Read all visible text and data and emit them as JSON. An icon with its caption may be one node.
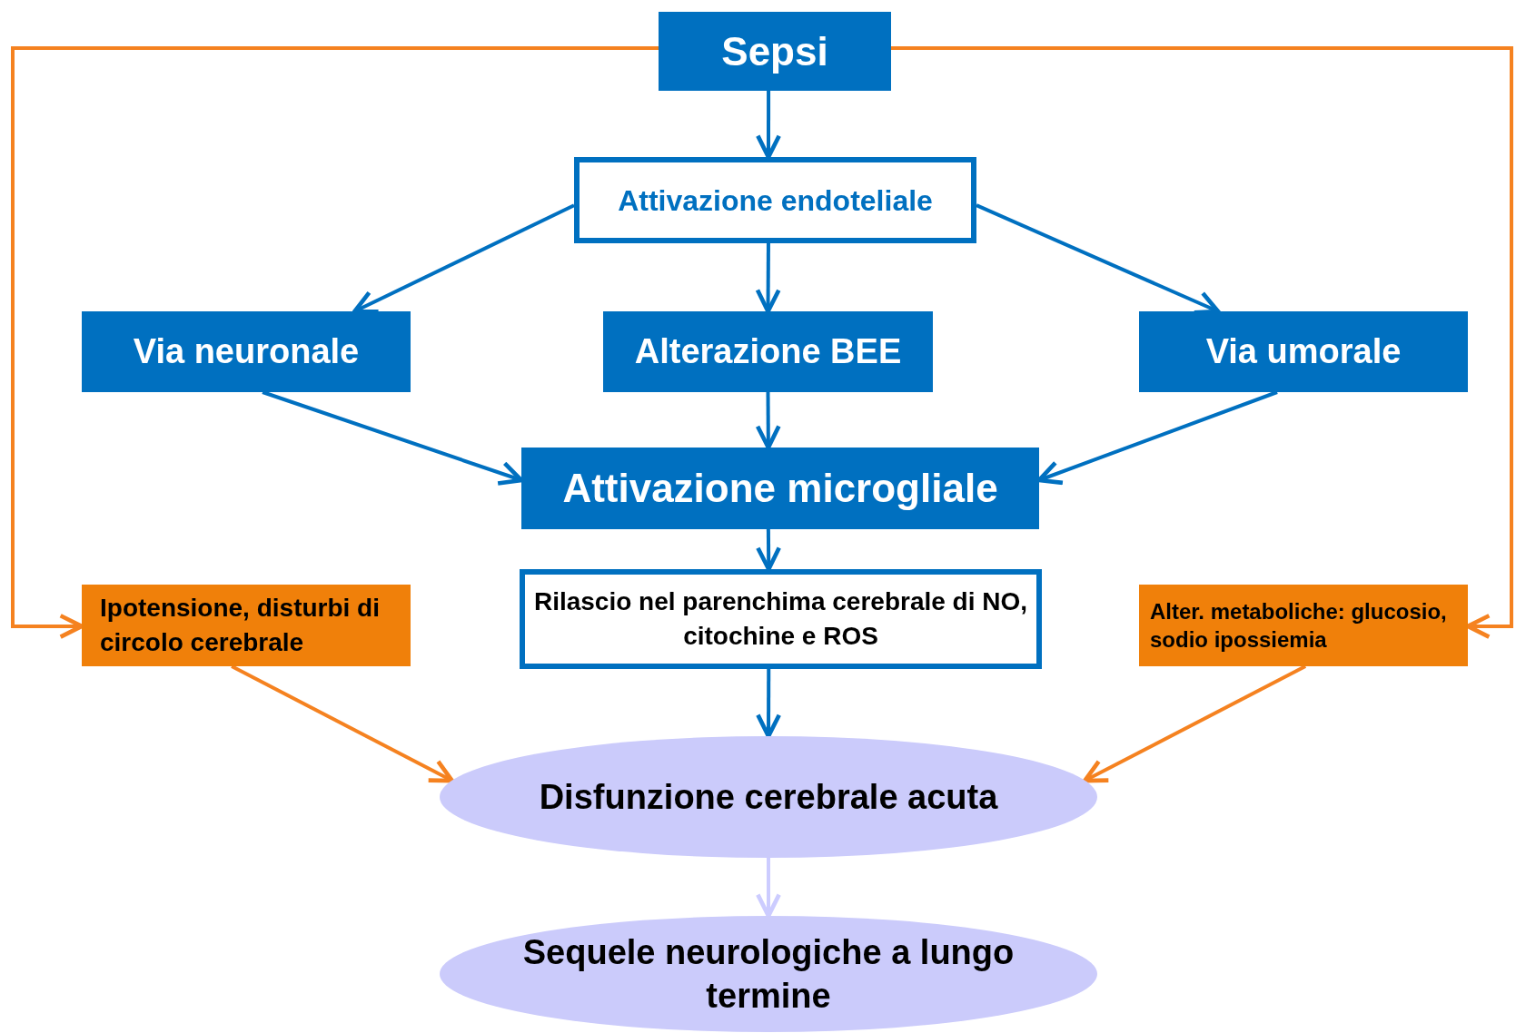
{
  "diagram": {
    "nodes": [
      {
        "text": [
          "Sepsi"
        ]
      },
      {
        "text": [
          "Attivazione endoteliale"
        ]
      },
      {
        "text": [
          "Via neuronale"
        ]
      },
      {
        "text": [
          "Alterazione BEE"
        ]
      },
      {
        "text": [
          "Via umorale"
        ]
      },
      {
        "text": [
          "Attivazione microgliale"
        ]
      },
      {
        "text": [
          "Rilascio nel parenchima cerebrale di NO, citochine e ROS"
        ]
      },
      {
        "text": [
          "Ipotensione, disturbi di circolo cerebrale"
        ]
      },
      {
        "text": [
          "Alter. metaboliche: glucosio, sodio ipossiemia"
        ]
      },
      {
        "text": [
          "Disfunzione cerebrale acuta"
        ]
      },
      {
        "text": [
          "Sequele neurologiche a lungo termine"
        ]
      }
    ],
    "edges": [
      {
        "from": 0,
        "to": 1,
        "arrow": "to"
      },
      {
        "from": 1,
        "to": 2,
        "arrow": "to"
      },
      {
        "from": 1,
        "to": 3,
        "arrow": "to"
      },
      {
        "from": 1,
        "to": 4,
        "arrow": "to"
      },
      {
        "from": 2,
        "to": 5,
        "arrow": "to"
      },
      {
        "from": 3,
        "to": 5,
        "arrow": "to"
      },
      {
        "from": 4,
        "to": 5,
        "arrow": "to"
      },
      {
        "from": 5,
        "to": 6,
        "arrow": "to"
      },
      {
        "from": 6,
        "to": 9,
        "arrow": "to"
      },
      {
        "from": 7,
        "to": 9,
        "arrow": "to",
        "color": "#f58220"
      },
      {
        "from": 8,
        "to": 9,
        "arrow": "to",
        "color": "#f58220"
      },
      {
        "from": 9,
        "to": 10,
        "arrow": "to",
        "color": "#ccccff"
      },
      {
        "from": 0,
        "to": 7,
        "arrow": "to",
        "color": "#f58220"
      },
      {
        "from": 0,
        "to": 8,
        "arrow": "to",
        "color": "#f58220"
      }
    ]
  }
}
